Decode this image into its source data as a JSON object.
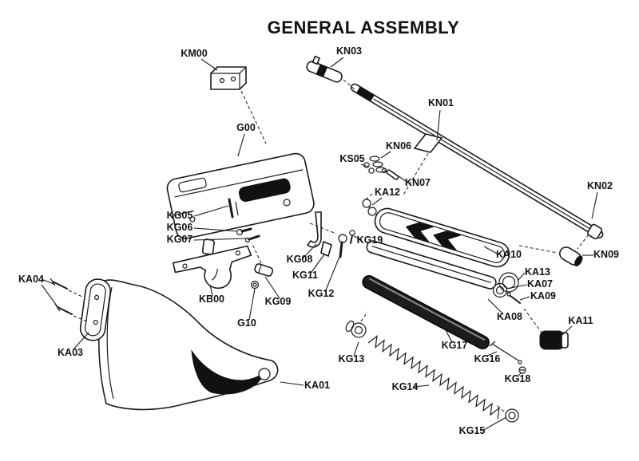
{
  "diagram": {
    "title": "GENERAL ASSEMBLY",
    "parts": [
      {
        "id": "KM00"
      },
      {
        "id": "KN03"
      },
      {
        "id": "KN01"
      },
      {
        "id": "KN02"
      },
      {
        "id": "KN09"
      },
      {
        "id": "G00"
      },
      {
        "id": "KN06"
      },
      {
        "id": "KS05"
      },
      {
        "id": "KN07"
      },
      {
        "id": "KA12"
      },
      {
        "id": "KG05"
      },
      {
        "id": "KG06"
      },
      {
        "id": "KG07"
      },
      {
        "id": "KG08"
      },
      {
        "id": "KG11"
      },
      {
        "id": "KG12"
      },
      {
        "id": "KG19"
      },
      {
        "id": "KG09"
      },
      {
        "id": "G10"
      },
      {
        "id": "KB00"
      },
      {
        "id": "KA10"
      },
      {
        "id": "KA13"
      },
      {
        "id": "KA07"
      },
      {
        "id": "KA09"
      },
      {
        "id": "KA08"
      },
      {
        "id": "KA11"
      },
      {
        "id": "KG17"
      },
      {
        "id": "KG16"
      },
      {
        "id": "KG18"
      },
      {
        "id": "KG13"
      },
      {
        "id": "KG14"
      },
      {
        "id": "KG15"
      },
      {
        "id": "KA01"
      },
      {
        "id": "KA03"
      },
      {
        "id": "KA04"
      }
    ],
    "colors": {
      "line": "#1a1a1a",
      "fill_dark": "#111111",
      "background": "#ffffff"
    }
  }
}
